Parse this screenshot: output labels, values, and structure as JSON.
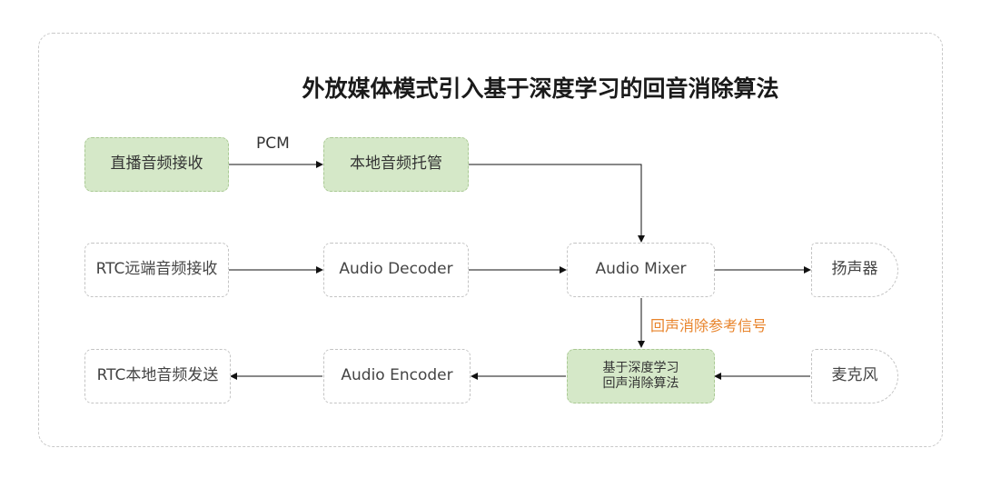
{
  "diagram": {
    "title": "外放媒体模式引入基于深度学习的回音消除算法",
    "nodes": {
      "live_receive": "直播音频接收",
      "local_host": "本地音频托管",
      "rtc_remote_receive": "RTC远端音频接收",
      "audio_decoder": "Audio Decoder",
      "audio_mixer": "Audio Mixer",
      "speaker": "扬声器",
      "rtc_local_send": "RTC本地音频发送",
      "audio_encoder": "Audio Encoder",
      "aec_line1": "基于深度学习",
      "aec_line2": "回声消除算法",
      "microphone": "麦克风"
    },
    "edge_labels": {
      "pcm": "PCM",
      "echo_reference": "回声消除参考信号"
    },
    "colors": {
      "highlight_fill": "#d5e8c8",
      "accent_text": "#e8832a"
    }
  }
}
